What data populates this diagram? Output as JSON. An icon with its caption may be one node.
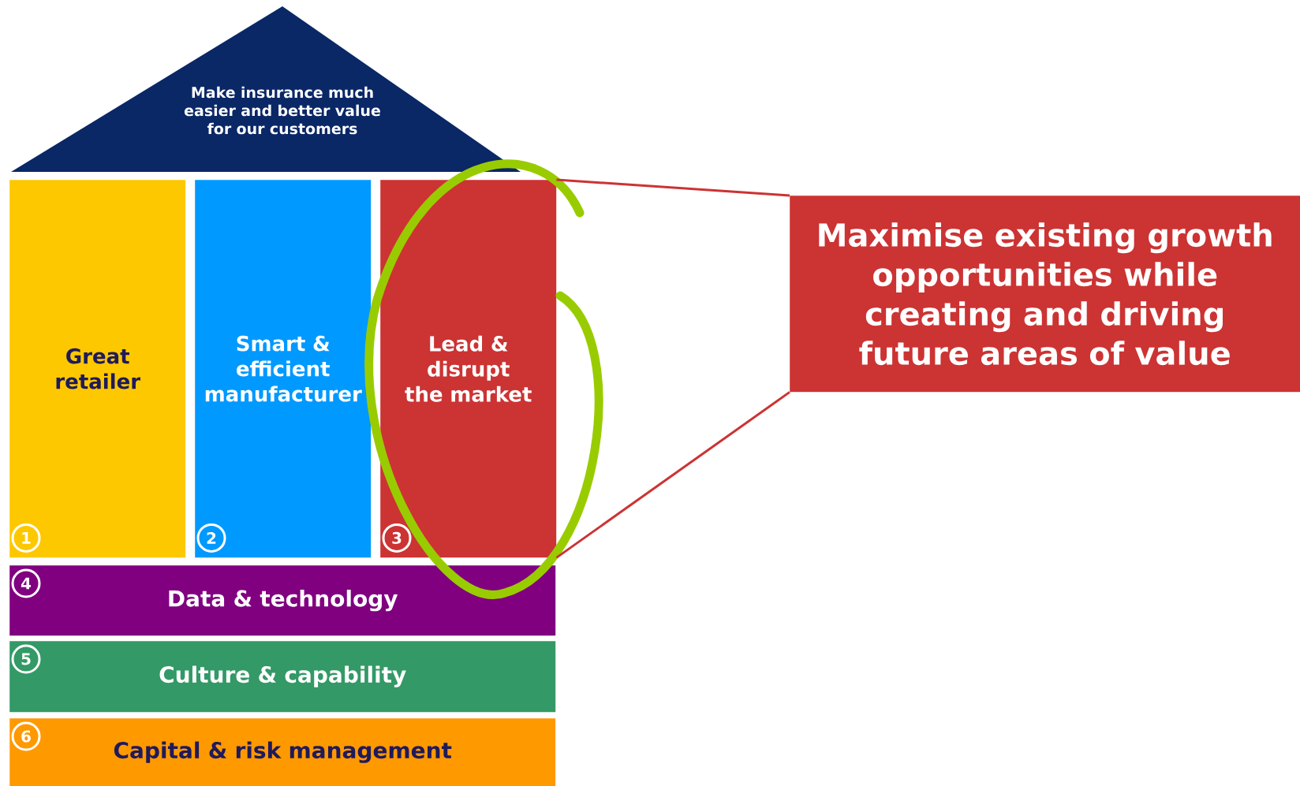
{
  "diagram": {
    "nodes": [
      {
        "text": [
          "Make insurance much easier and better value for our customers"
        ]
      },
      {
        "text": [
          "Great retailer"
        ]
      },
      {
        "text": [
          "1"
        ],
        "in": 1
      },
      {
        "text": [
          "Smart & efficient manufacturer"
        ]
      },
      {
        "text": [
          "2"
        ],
        "in": 3
      },
      {
        "text": [
          "Lead & disrupt the market"
        ]
      },
      {
        "text": [
          "3"
        ],
        "in": 5
      },
      {
        "text": [
          "Data & technology"
        ]
      },
      {
        "text": [
          "4"
        ],
        "in": 7
      },
      {
        "text": [
          "Culture & capability"
        ]
      },
      {
        "text": [
          "5"
        ],
        "in": 9
      },
      {
        "text": [
          "Capital & risk management"
        ]
      },
      {
        "text": [
          "6"
        ],
        "in": 11
      },
      {
        "text": [
          "Maximise existing growth opportunities while creating and driving future areas of value"
        ]
      }
    ],
    "edges": [
      {
        "from": 5,
        "to": 13,
        "arrow": "none"
      },
      {
        "from": 5,
        "to": 13,
        "arrow": "none"
      }
    ]
  }
}
